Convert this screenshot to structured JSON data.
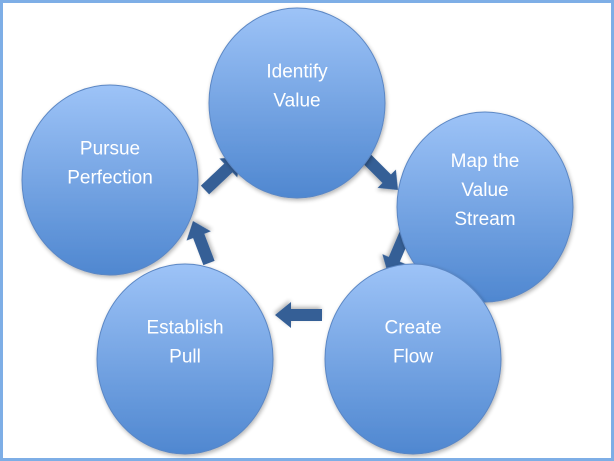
{
  "diagram": {
    "type": "cycle",
    "colors": {
      "circle_top": "#9dc3f7",
      "circle_bottom": "#4f87d0",
      "circle_stroke": "#5b87c4",
      "arrow": "#345f96",
      "frame": "#7eaee6",
      "text": "#ffffff"
    },
    "nodes": [
      {
        "id": "identify-value",
        "lines": [
          "Identify",
          "Value"
        ]
      },
      {
        "id": "map-value-stream",
        "lines": [
          "Map the",
          "Value",
          "Stream"
        ]
      },
      {
        "id": "create-flow",
        "lines": [
          "Create",
          "Flow"
        ]
      },
      {
        "id": "establish-pull",
        "lines": [
          "Establish",
          "Pull"
        ]
      },
      {
        "id": "pursue-perfection",
        "lines": [
          "Pursue",
          "Perfection"
        ]
      }
    ],
    "edges": [
      {
        "from": "identify-value",
        "to": "map-value-stream"
      },
      {
        "from": "map-value-stream",
        "to": "create-flow"
      },
      {
        "from": "create-flow",
        "to": "establish-pull"
      },
      {
        "from": "establish-pull",
        "to": "pursue-perfection"
      },
      {
        "from": "pursue-perfection",
        "to": "identify-value"
      }
    ]
  }
}
